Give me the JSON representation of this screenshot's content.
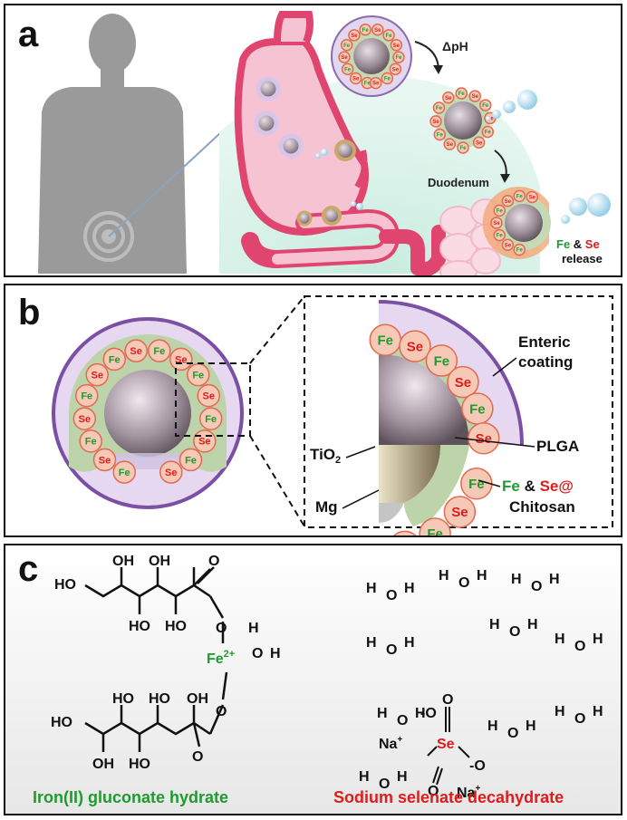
{
  "panels": {
    "a": {
      "label": "a",
      "delta_ph": "ΔpH",
      "duodenum": "Duodenum",
      "release_fe": "Fe",
      "release_amp": " & ",
      "release_se": "Se",
      "release_word": "release"
    },
    "b": {
      "label": "b",
      "enteric_coating": [
        "Enteric",
        "coating"
      ],
      "plga": "PLGA",
      "tio2": "TiO",
      "tio2_sub": "2",
      "mg": "Mg",
      "fe": "Fe",
      "amp": " & ",
      "se_at": "Se@",
      "chitosan": "Chitosan"
    },
    "c": {
      "label": "c",
      "iron_caption": "Iron(II) gluconate hydrate",
      "selenate_caption": "Sodium selenate decahydrate",
      "fe_ion": "Fe",
      "fe_charge": "2+",
      "se": "Se",
      "na": "Na",
      "na_charge": "+",
      "ho": "HO",
      "oh": "OH",
      "o": "O",
      "h": "H",
      "o_minus": "-O"
    }
  },
  "colors": {
    "fe_green": "#1e9b2e",
    "se_red": "#e01b1b",
    "stomach_pink": "#e0456f",
    "coating_purple": "#d8c6ea",
    "core_gray": "#8c7f88"
  }
}
